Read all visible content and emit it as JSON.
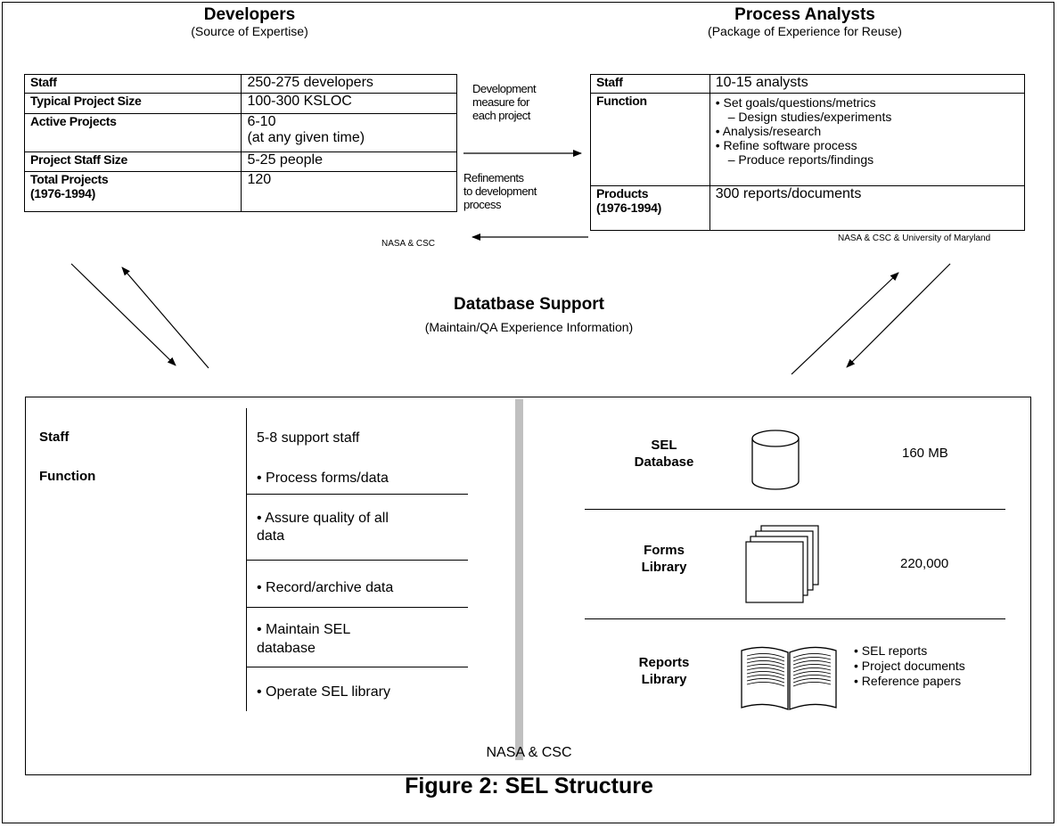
{
  "developers": {
    "title": "Developers",
    "subtitle": "(Source of Expertise)",
    "rows": [
      {
        "label": "Staff",
        "value": "250-275 developers"
      },
      {
        "label": "Typical Project Size",
        "value": "100-300 KSLOC"
      },
      {
        "label": "Active Projects",
        "value": "6-10",
        "value2": "(at any given time)"
      },
      {
        "label": "Project Staff Size",
        "value": "5-25 people"
      },
      {
        "label": "Total Projects",
        "label2": "(1976-1994)",
        "value": "120"
      }
    ],
    "source": "NASA & CSC"
  },
  "analysts": {
    "title": "Process Analysts",
    "subtitle": "(Package of Experience for Reuse)",
    "staff_label": "Staff",
    "staff_value": "10-15 analysts",
    "function_label": "Function",
    "function_items": [
      "•  Set goals/questions/metrics",
      "   –  Design studies/experiments",
      "•  Analysis/research",
      "•  Refine software process",
      "   –  Produce reports/findings"
    ],
    "products_label": "Products",
    "products_label2": "(1976-1994)",
    "products_value": "300 reports/documents",
    "source": "NASA & CSC & University of Maryland"
  },
  "arrows": {
    "top": [
      "Development",
      "measure for",
      "each project"
    ],
    "bottom": [
      "Refinements",
      "to development",
      "process"
    ]
  },
  "database": {
    "title": "Datatbase Support",
    "subtitle": "(Maintain/QA Experience Information)",
    "staff_label": "Staff",
    "staff_value": "5-8 support staff",
    "function_label": "Function",
    "functions": [
      "•  Process forms/data",
      "•  Assure quality of all",
      "    data",
      "•  Record/archive data",
      "•  Maintain SEL",
      "    database",
      "•  Operate SEL library"
    ],
    "source": "NASA & CSC"
  },
  "resources": {
    "sel_db": {
      "name1": "SEL",
      "name2": "Database",
      "value": "160 MB",
      "icon": "database-cylinder-icon"
    },
    "forms": {
      "name1": "Forms",
      "name2": "Library",
      "value": "220,000",
      "icon": "stacked-pages-icon"
    },
    "reports": {
      "name1": "Reports",
      "name2": "Library",
      "icon": "open-book-icon",
      "items": [
        "• SEL reports",
        "• Project documents",
        "• Reference papers"
      ]
    }
  },
  "caption": "Figure 2:  SEL Structure"
}
